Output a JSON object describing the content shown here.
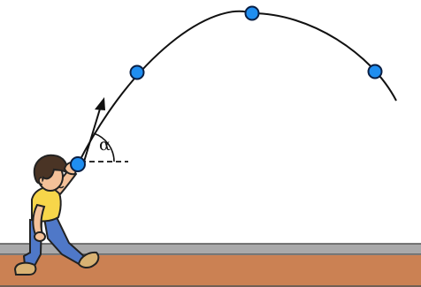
{
  "diagram": {
    "angle_label": "α",
    "colors": {
      "ball": "#1f8ef1",
      "ball_outline": "#0a1f44",
      "trajectory": "#111111",
      "track_surface": "#a9a9aa",
      "track_ground": "#cb8153",
      "shirt": "#f7d64a",
      "jeans": "#4f78c8",
      "skin": "#f4c199",
      "hair": "#4a3425",
      "shoe": "#d9b273"
    },
    "icons": {
      "person": "boy-throwing-ball",
      "ball": "ball-icon",
      "arrow": "velocity-arrow"
    }
  }
}
